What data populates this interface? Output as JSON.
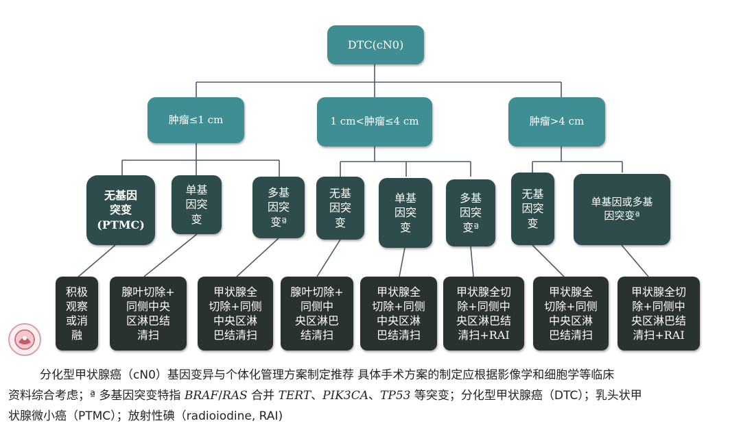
{
  "root": "DTC(cN0)",
  "level1": [
    "肿瘤≤1 cm",
    "1 cm<肿瘤≤4 cm",
    "肿瘤>4 cm"
  ],
  "level2": [
    "无基因\n突变\n(PTMC)",
    "单基\n因突\n变",
    "多基\n因突\n变ª",
    "无基\n因突\n变",
    "单基\n因突\n变",
    "多基\n因突\n变ª",
    "无基\n因突\n变",
    "单基因或多基\n因突变ª"
  ],
  "level3": [
    "积极\n观察\n或消\n融",
    "腺叶切除+\n同侧中央\n区淋巴结\n清扫",
    "甲状腺全\n切除+同侧\n中央区淋\n巴结清扫",
    "腺叶切除+\n同侧中\n央区淋巴\n结清扫",
    "甲状腺全\n切除+同侧\n中央区淋\n巴结清扫",
    "甲状腺全切\n除+同侧中\n央区淋巴结\n清扫+RAI",
    "甲状腺全\n切除+同侧\n中央区淋\n巴结清扫",
    "甲状腺全切\n除+同侧中\n央区淋巴结\n清扫+RAI"
  ],
  "caption": {
    "line1": "分化型甲状腺癌（cN0）基因变异与个体化管理方案制定推荐 具体手术方案的制定应根据影像学和细胞学等临床",
    "line2_a": "资料综合考虑；ª 多基因突变特指 ",
    "gene1": "BRAF",
    "sep1": "/",
    "gene2": "RAS",
    "line2_b": " 合并 ",
    "gene3": "TERT",
    "sep2": "、",
    "gene4": "PIK3CA",
    "sep3": "、",
    "gene5": "TP53",
    "line2_c": " 等突变；分化型甲状腺癌（DTC）；乳头状甲",
    "line3": "状腺微小癌（PTMC）；放射性碘（radioiodine, RAI)"
  },
  "colors": {
    "teal": "#3f8e93",
    "dark": "#2e4c4b",
    "leaf": "#2a3231",
    "line": "#4a5a6a"
  }
}
